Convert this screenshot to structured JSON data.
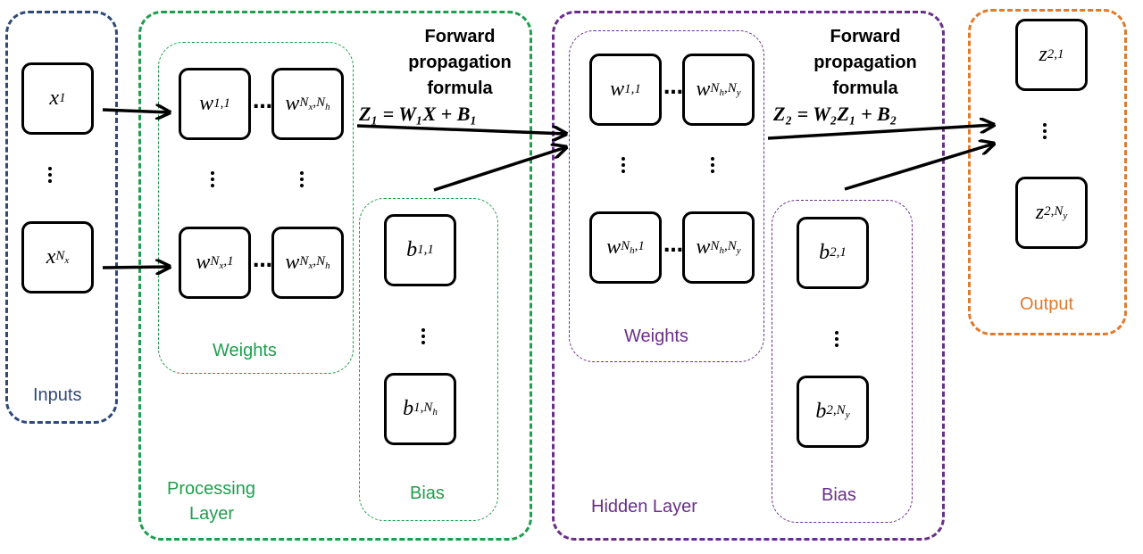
{
  "colors": {
    "inputs": "#2e4a7a",
    "processing": "#1f9e4e",
    "hidden": "#6a2e8a",
    "output": "#e07a2c",
    "ink": "#000000"
  },
  "labels": {
    "inputs": "Inputs",
    "processing_line1": "Processing",
    "processing_line2": "Layer",
    "weights_processing": "Weights",
    "bias_processing": "Bias",
    "hidden": "Hidden Layer",
    "weights_hidden": "Weights",
    "bias_hidden": "Bias",
    "output": "Output"
  },
  "formula1": {
    "title_line1": "Forward",
    "title_line2": "propagation",
    "title_line3": "formula",
    "equation": "Z₁ = W₁X + B₁"
  },
  "formula2": {
    "title_line1": "Forward",
    "title_line2": "propagation",
    "title_line3": "formula",
    "equation": "Z₂ = W₂Z₁ + B₂"
  },
  "inputs": [
    "x_1",
    "x_{N_x}"
  ],
  "weights1": [
    "w_{1,1}",
    "w_{N_x,N_h}",
    "w_{N_x,1}",
    "w_{N_x,N_h}"
  ],
  "bias1": [
    "b_{1,1}",
    "b_{1,N_h}"
  ],
  "weights2": [
    "w_{1,1}",
    "w_{N_h,N_y}",
    "w_{N_h,1}",
    "w_{N_h,N_y}"
  ],
  "bias2": [
    "b_{2,1}",
    "b_{2,N_y}"
  ],
  "outputs": [
    "z_{2,1}",
    "z_{2,N_y}"
  ],
  "ellipsis": "…"
}
